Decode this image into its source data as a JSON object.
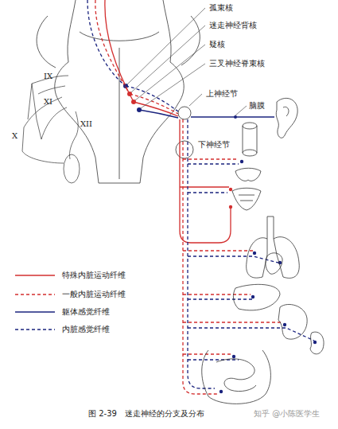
{
  "diagram": {
    "caption": "图 2-39　迷走神经的分支及分布",
    "labels": [
      "孤束核",
      "迷走神经背核",
      "疑核",
      "三叉神经脊束核",
      "上神经节",
      "脑膜",
      "下神经节",
      "IX",
      "XI",
      "X",
      "XII",
      "知乎 @小陈医学生"
    ],
    "legend": [
      {
        "text": "特殊内脏运动纤维"
      },
      {
        "text": "一般内脏运动纤维"
      },
      {
        "text": "躯体感觉纤维"
      },
      {
        "text": "内脏感觉纤维"
      }
    ]
  }
}
